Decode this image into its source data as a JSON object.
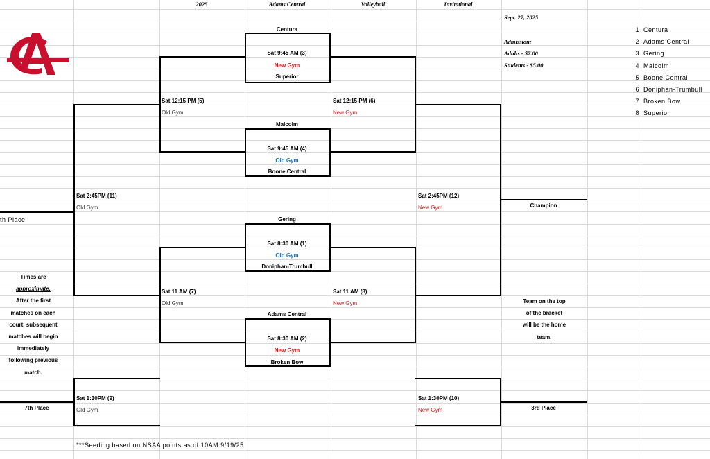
{
  "header": {
    "year": "2025",
    "school": "Adams Central",
    "sport": "Volleyball",
    "event": "Invitational"
  },
  "date": "Sept. 27, 2025",
  "admission": {
    "title": "Admission:",
    "adults": "Adults - $7.00",
    "students": "Students - $5.00"
  },
  "seeds": [
    {
      "num": "1",
      "team": "Centura"
    },
    {
      "num": "2",
      "team": "Adams Central"
    },
    {
      "num": "3",
      "team": "Gering"
    },
    {
      "num": "4",
      "team": "Malcolm"
    },
    {
      "num": "5",
      "team": "Boone Central"
    },
    {
      "num": "6",
      "team": "Doniphan-Trumbull"
    },
    {
      "num": "7",
      "team": "Broken Bow"
    },
    {
      "num": "8",
      "team": "Superior"
    }
  ],
  "teams": {
    "centura": "Centura",
    "superior": "Superior",
    "malcolm": "Malcolm",
    "boone": "Boone Central",
    "gering": "Gering",
    "doniphan": "Doniphan-Trumbull",
    "adams": "Adams Central",
    "broken": "Broken Bow"
  },
  "matches": {
    "m3": {
      "time": "Sat 9:45 AM  (3)",
      "gym": "New Gym"
    },
    "m4": {
      "time": "Sat  9:45  AM  (4)",
      "gym": "Old Gym"
    },
    "m1": {
      "time": "Sat 8:30 AM  (1)",
      "gym": "Old Gym"
    },
    "m2": {
      "time": "Sat 8:30  AM  (2)",
      "gym": "New Gym"
    },
    "m5": {
      "time": "Sat 12:15 PM  (5)",
      "gym": "Old Gym"
    },
    "m6": {
      "time": "Sat 12:15 PM  (6)",
      "gym": "New Gym"
    },
    "m7": {
      "time": "Sat 11 AM  (7)",
      "gym": "Old Gym"
    },
    "m8": {
      "time": "Sat 11 AM  (8)",
      "gym": "New Gym"
    },
    "m11": {
      "time": "Sat 2:45PM  (11)",
      "gym": "Old Gym"
    },
    "m12": {
      "time": "Sat 2:45PM  (12)",
      "gym": "New Gym"
    },
    "m9": {
      "time": "Sat 1:30PM  (9)",
      "gym": "Old Gym"
    },
    "m10": {
      "time": "Sat 1:30PM  (10)",
      "gym": "New Gym"
    }
  },
  "labels": {
    "champion": "Champion",
    "fifth": "th Place",
    "seventh": "7th Place",
    "third": "3rd Place"
  },
  "times_note": [
    "Times are",
    "approximate.",
    "After the first",
    "matches on each",
    "court, subsequent",
    "matches will begin",
    "immediately",
    "following previous",
    "match."
  ],
  "home_note": [
    "Team on the top",
    "of the bracket",
    "will be the home",
    "team."
  ],
  "footnote": "***Seeding based on NSAA points as of 10AM 9/19/25",
  "colors": {
    "red": "#d11a1a",
    "blue": "#1f6fb5",
    "grid": "#d9d9d9"
  }
}
